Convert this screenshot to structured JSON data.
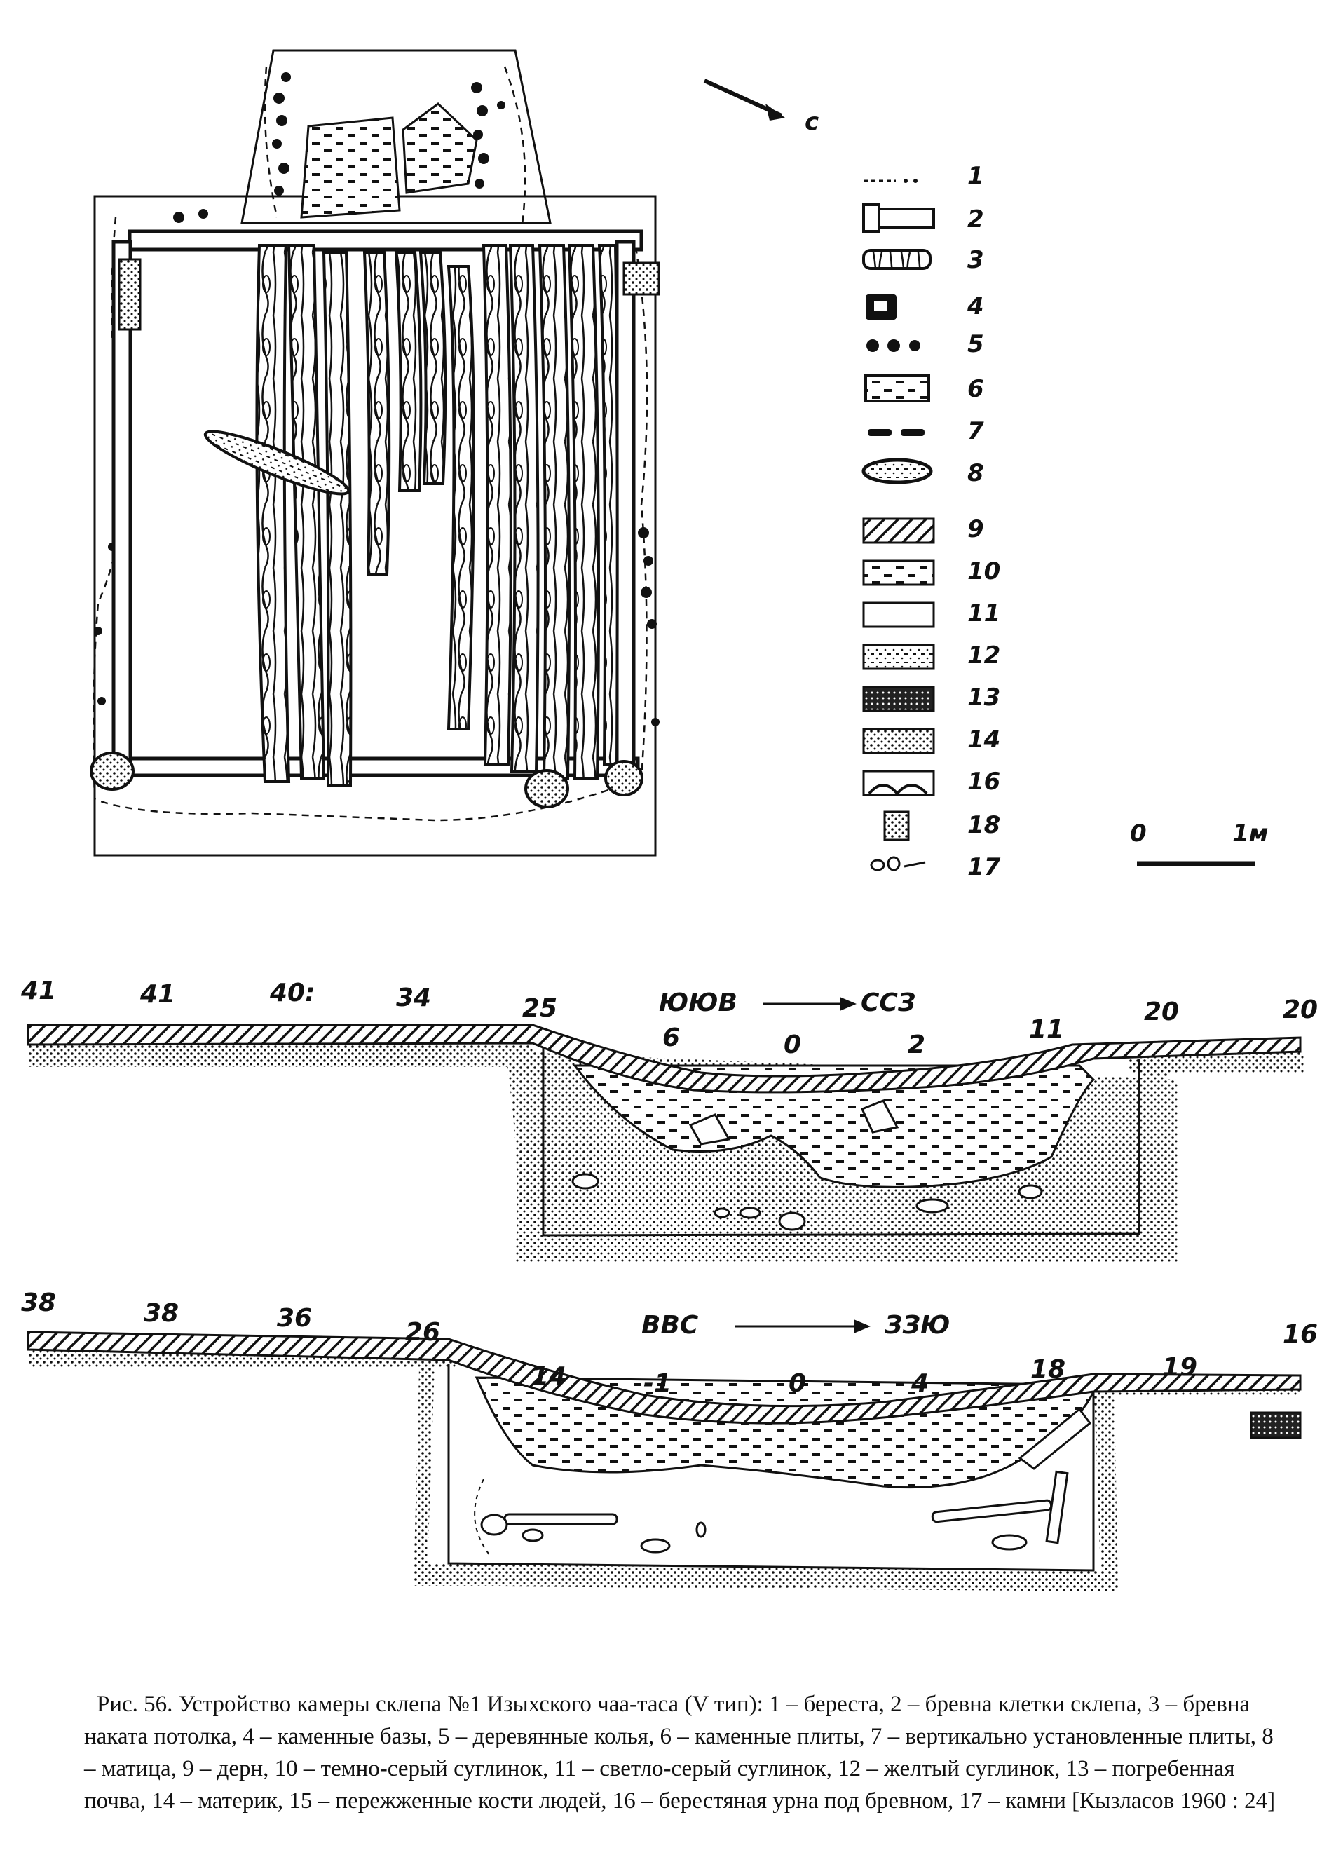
{
  "north_label": "с",
  "legend": [
    {
      "num": "1",
      "symbol": "dashed-dotted-line"
    },
    {
      "num": "2",
      "symbol": "log-rect"
    },
    {
      "num": "3",
      "symbol": "wood-grain-log"
    },
    {
      "num": "4",
      "symbol": "stone-base"
    },
    {
      "num": "5",
      "symbol": "dots"
    },
    {
      "num": "6",
      "symbol": "stone-slab"
    },
    {
      "num": "7",
      "symbol": "dashes"
    },
    {
      "num": "8",
      "symbol": "matrix-ellipse"
    },
    {
      "num": "9",
      "symbol": "hatch"
    },
    {
      "num": "10",
      "symbol": "dark-dashes"
    },
    {
      "num": "11",
      "symbol": "empty"
    },
    {
      "num": "12",
      "symbol": "stipple-dashes"
    },
    {
      "num": "13",
      "symbol": "cross-hatch"
    },
    {
      "num": "14",
      "symbol": "dense-dots"
    },
    {
      "num": "16",
      "symbol": "urn-arcs"
    },
    {
      "num": "18",
      "symbol": "small-dotted-square"
    },
    {
      "num": "17",
      "symbol": "stones"
    }
  ],
  "scale": {
    "start": "0",
    "end": "1м"
  },
  "section1": {
    "numbers": [
      "41",
      "41",
      "40:",
      "34",
      "25",
      "6",
      "0",
      "2",
      "11",
      "20",
      "20"
    ],
    "direction": {
      "from": "ЮЮВ",
      "to": "ССЗ"
    }
  },
  "section2": {
    "numbers": [
      "38",
      "38",
      "36",
      "26",
      "14",
      "-1",
      "0",
      "4",
      "18",
      "19",
      "16"
    ],
    "direction": {
      "from": "ВВС",
      "to": "ЗЗЮ"
    }
  },
  "caption": "Рис. 56. Устройство камеры склепа №1 Изыхского чаа-таса (V тип): 1 – береста, 2 – бревна клетки склепа, 3 – бревна наката потолка, 4 – каменные базы, 5 – деревянные колья, 6 – каменные плиты, 7 – вертикально установленные плиты, 8 – матица, 9 – дерн, 10 – темно-серый суглинок, 11 – светло-серый суглинок, 12 – желтый суглинок, 13 – погребенная почва, 14 – материк, 15 – пережженные кости людей, 16 – берестяная урна под бревном, 17 – камни [Кызласов 1960 : 24]"
}
